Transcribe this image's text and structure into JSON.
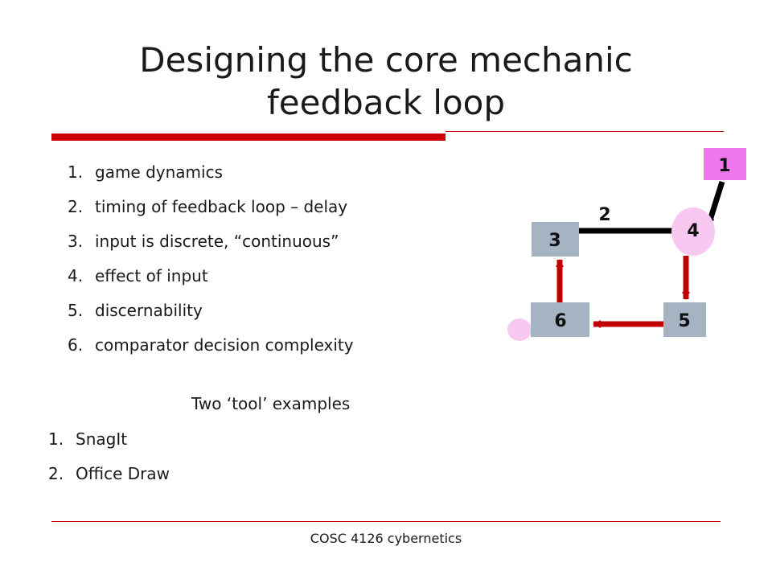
{
  "slide": {
    "title_line1": "Designing the core mechanic",
    "title_line2": "feedback loop",
    "items": [
      {
        "num": "1.",
        "text": "game dynamics"
      },
      {
        "num": "2.",
        "text": "timing of feedback loop – delay"
      },
      {
        "num": "3.",
        "text": "input is discrete, “continuous”"
      },
      {
        "num": "4.",
        "text": "effect of input"
      },
      {
        "num": "5.",
        "text": "discernability"
      },
      {
        "num": "6.",
        "text": "comparator decision complexity"
      }
    ],
    "subheading": "Two ‘tool’ examples",
    "examples": [
      {
        "num": "1.",
        "text": "SnagIt"
      },
      {
        "num": "2.",
        "text": "Office Draw"
      }
    ],
    "footer": "COSC 4126 cybernetics"
  },
  "diagram": {
    "labels": {
      "node1": "1",
      "edge2": "2",
      "node3": "3",
      "node4": "4",
      "node5": "5",
      "node6": "6"
    },
    "colors": {
      "gray_box": "#a6b3c3",
      "pink_box": "#ee77ee",
      "pink_oval": "#f8c8f0",
      "red_arrow": "#c00000",
      "black_arrow": "#000000",
      "accent_rule": "#cc0000"
    }
  }
}
